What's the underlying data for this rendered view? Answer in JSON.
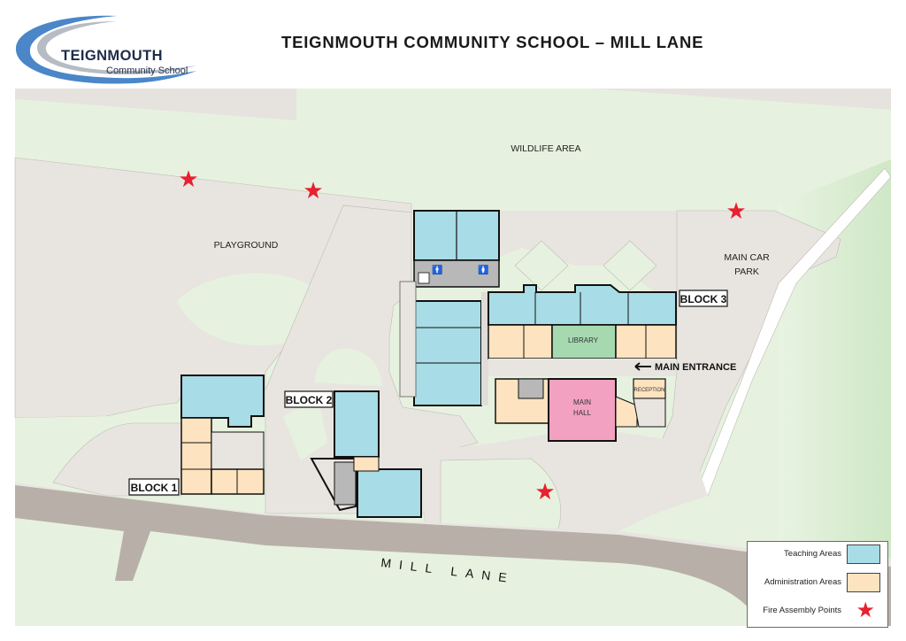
{
  "header": {
    "logo_name": "TEIGNMOUTH",
    "logo_sub": "Community School",
    "title": "TEIGNMOUTH COMMUNITY SCHOOL – MILL LANE"
  },
  "labels": {
    "wildlife": "WILDLIFE AREA",
    "playground": "PLAYGROUND",
    "car_park_1": "MAIN CAR",
    "car_park_2": "PARK",
    "block1": "BLOCK 1",
    "block2": "BLOCK 2",
    "block3": "BLOCK 3",
    "library": "LIBRARY",
    "main_entrance": "MAIN ENTRANCE",
    "reception": "RECEPTION",
    "main_hall_1": "MAIN",
    "main_hall_2": "HALL",
    "road": "MILL LANE"
  },
  "legend": {
    "teaching": "Teaching Areas",
    "admin": "Administration Areas",
    "fire": "Fire Assembly Points"
  },
  "colors": {
    "teaching": "#a8dce6",
    "admin": "#fde3bf",
    "library": "#a6d9b0",
    "hall": "#f2a1c0",
    "grass": "#e6f2df",
    "paving": "#e8e5e1",
    "road": "#b8b0a8",
    "fire": "#e8202f",
    "toilets": "#b8b8b8"
  },
  "icons": {
    "fire_point": "red-star-icon",
    "toilet_male": "male-toilet-icon",
    "toilet_female": "female-toilet-icon",
    "toilet_accessible": "wheelchair-icon",
    "entrance_arrow": "arrow-left-icon"
  }
}
